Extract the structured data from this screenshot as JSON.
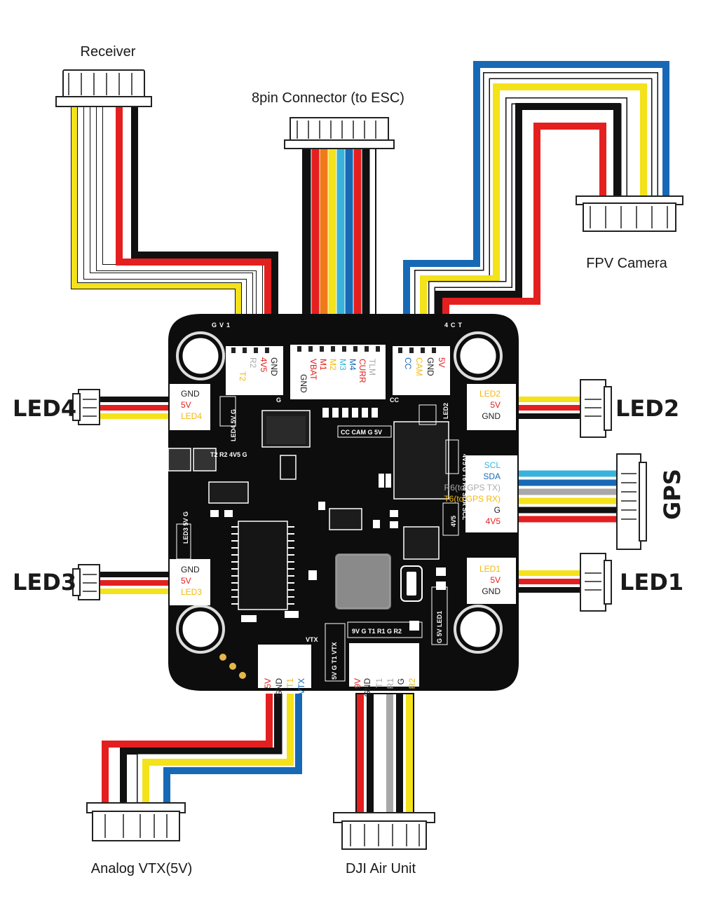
{
  "labels": {
    "receiver": "Receiver",
    "esc": "8pin Connector (to ESC)",
    "fpv_camera": "FPV Camera",
    "led4": "LED4",
    "led2": "LED2",
    "gps": "GPS",
    "led3": "LED3",
    "led1": "LED1",
    "analog_vtx": "Analog VTX(5V)",
    "dji_air_unit": "DJI Air Unit"
  },
  "board": {
    "corner_tl": "GV1",
    "corner_tr": "4CT"
  },
  "pins": {
    "receiver": [
      "T2",
      "R2",
      "4V5",
      "GND"
    ],
    "esc": [
      "GND",
      "VBAT",
      "M1",
      "M2",
      "M3",
      "M4",
      "CURR",
      "TLM"
    ],
    "camera": [
      "CC",
      "CAM",
      "GND",
      "5V"
    ],
    "led4": [
      "GND",
      "5V",
      "LED4"
    ],
    "led2": [
      "LED2",
      "5V",
      "GND"
    ],
    "gps": [
      "SCL",
      "SDA",
      "R6(to GPS TX)",
      "T6(to GPS RX)",
      "G",
      "4V5"
    ],
    "led3": [
      "GND",
      "5V",
      "LED3"
    ],
    "led1": [
      "LED1",
      "5V",
      "GND"
    ],
    "vtx": [
      "5V",
      "GND",
      "T1",
      "VTX"
    ],
    "dji": [
      "9V",
      "GND",
      "T1",
      "R1",
      "G",
      "R2"
    ]
  },
  "silkscreen": {
    "led4_side": "LED4 5V G",
    "rx_bottom": "T2 R2 4V5 G",
    "cam_bottom": "CC CAM G 5V",
    "cc_tag": "CC",
    "g_tag": "G",
    "led2_side": "LED2",
    "gps_side": "4V5 G T6 R6 SDA SCL",
    "gps_4v5": "4V5",
    "led3_side": "LED3 5V G",
    "vtx_side": "5V G T1 VTX",
    "vtx_tag": "VTX",
    "dji_top": "9V G T1 R1 G R2",
    "led1_side": "G 5V LED1"
  },
  "colors": {
    "red": "#e41f1f",
    "black": "#111111",
    "yellow": "#f4e21a",
    "blue": "#1769b5",
    "orange": "#f07a1a",
    "ltblue": "#39b3dc",
    "gray": "#a8a8a8",
    "white": "#ffffff",
    "pin_gold": "#f2b90f",
    "pin_cyan": "#2fb6e0",
    "pin_blue": "#1769b5"
  }
}
